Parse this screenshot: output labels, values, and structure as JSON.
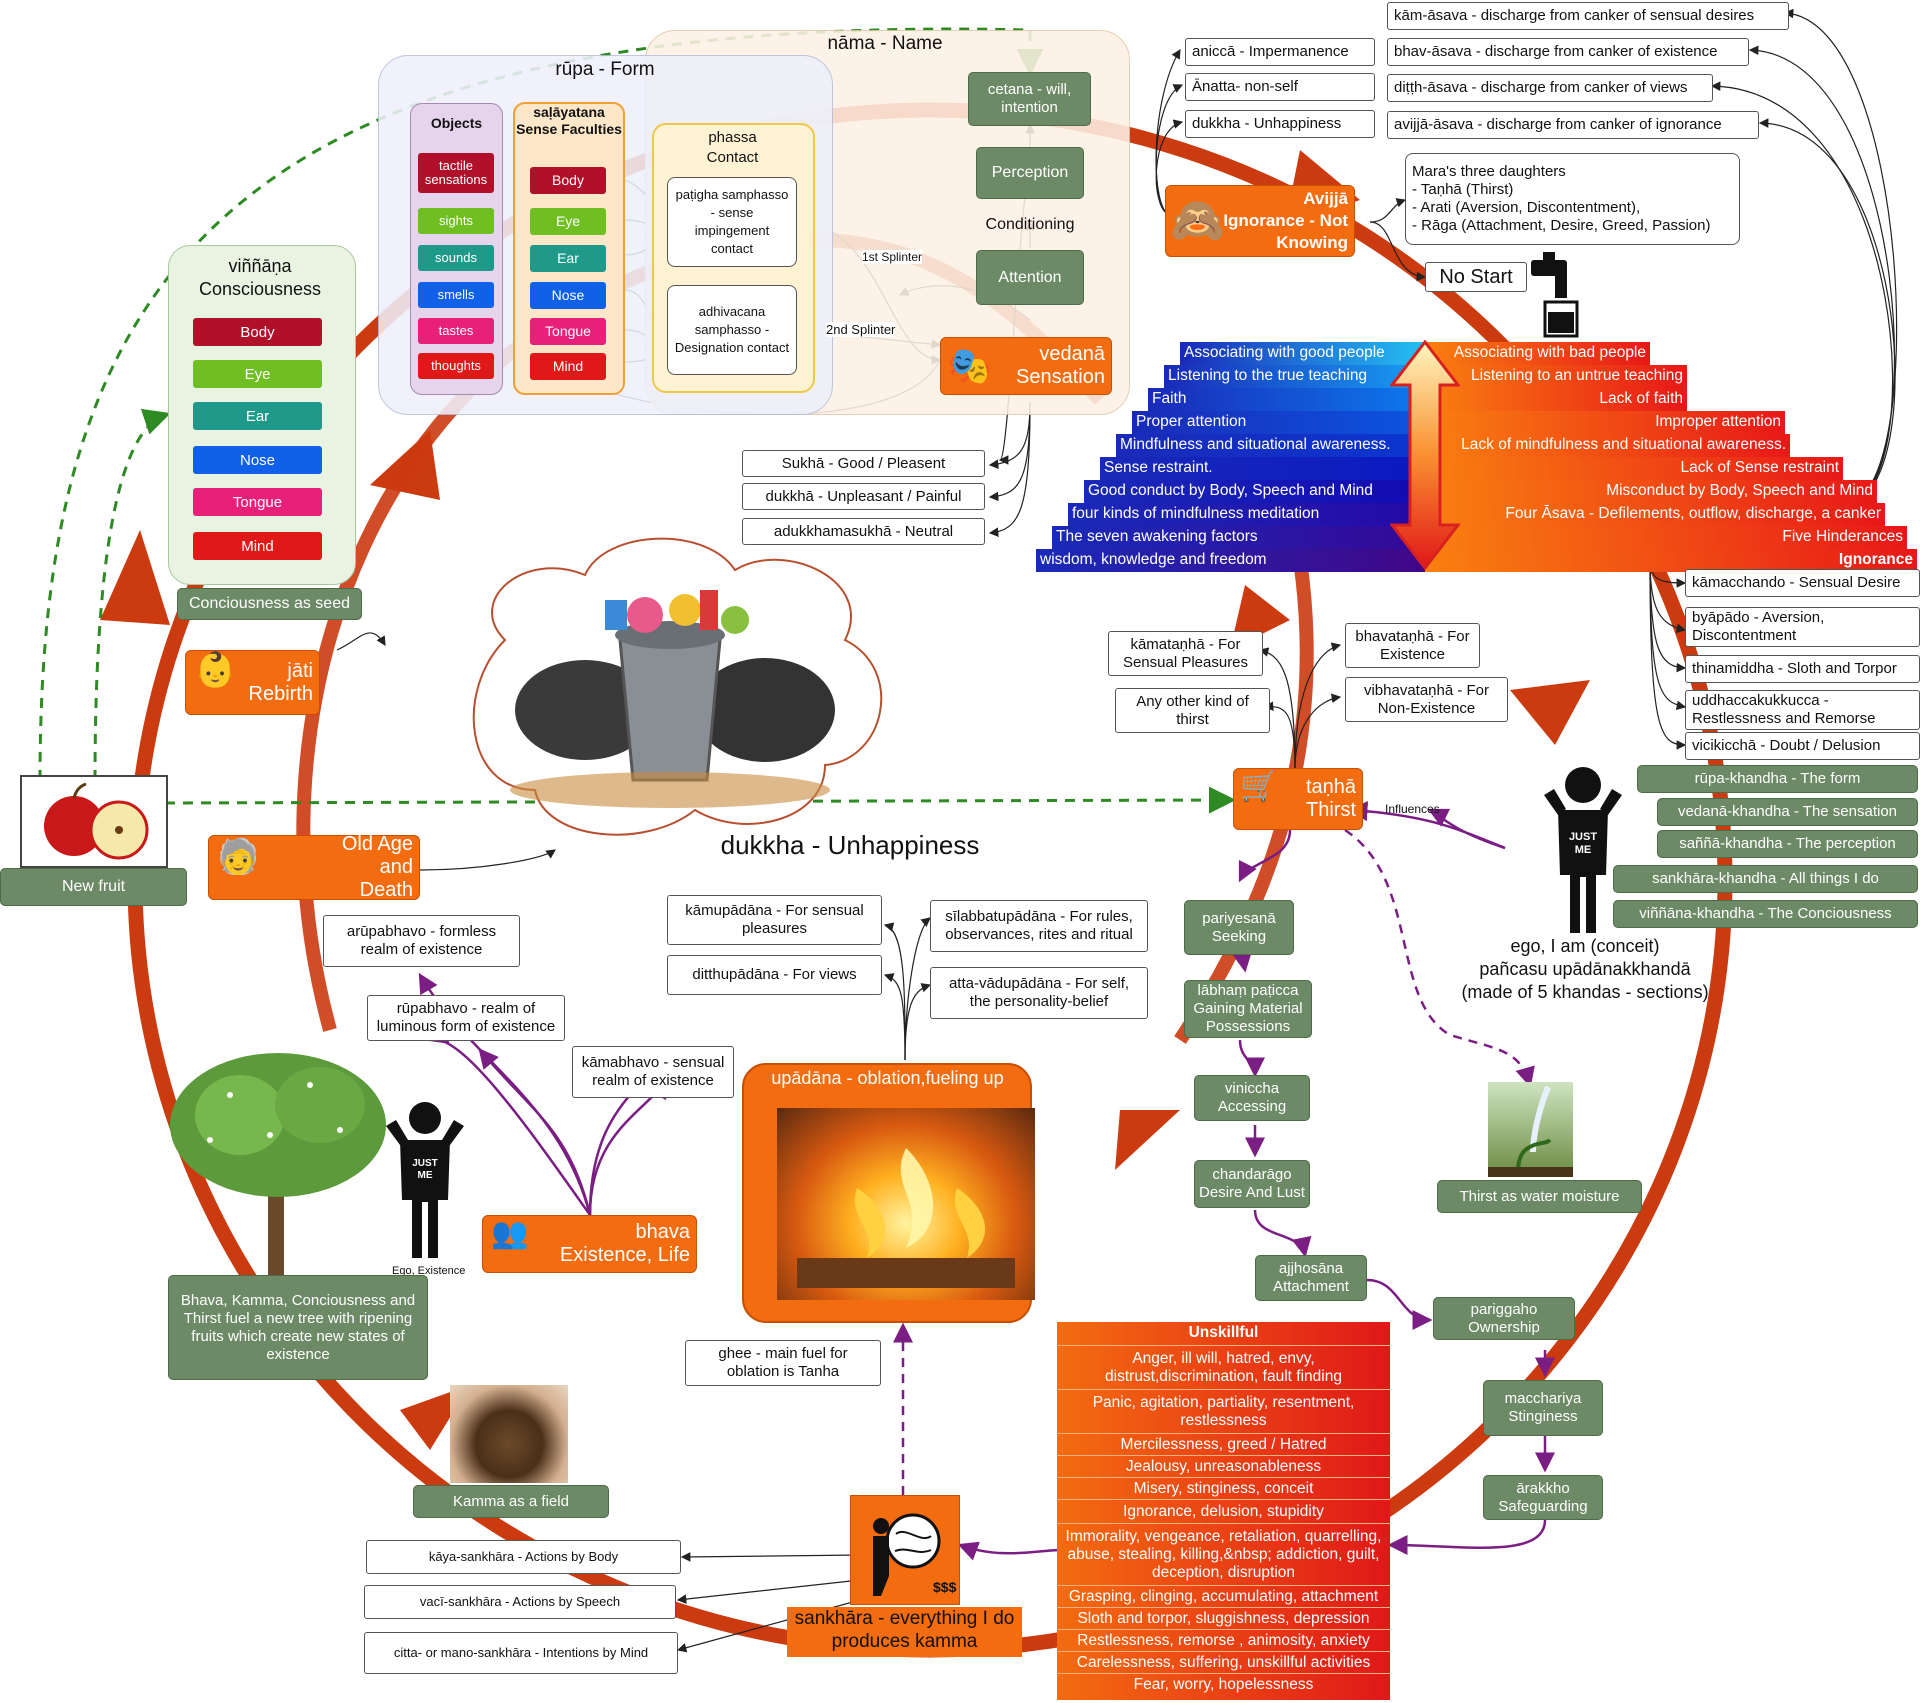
{
  "rupa": {
    "title": "rūpa - Form",
    "objects_title": "Objects",
    "objects": [
      "tactile sensations",
      "sights",
      "sounds",
      "smells",
      "tastes",
      "thoughts"
    ],
    "sense_title": "saḷāyatana Sense Faculties",
    "senses": [
      "Body",
      "Eye",
      "Ear",
      "Nose",
      "Tongue",
      "Mind"
    ]
  },
  "nama": {
    "title": "nāma - Name",
    "cetana": "cetana - will, intention",
    "perception": "Perception",
    "conditioning": "Conditioning",
    "attention": "Attention"
  },
  "phassa": {
    "title": "phassa Contact",
    "patigha": "paṭigha samphasso - sense impingement contact",
    "adhivacana": "adhivacana samphasso - Designation contact",
    "splinter1": "1st Splinter",
    "splinter2": "2nd Splinter"
  },
  "vinnana": {
    "title": "viññāṇa Consciousness",
    "items": [
      "Body",
      "Eye",
      "Ear",
      "Nose",
      "Tongue",
      "Mind"
    ],
    "seed": "Conciousness as seed"
  },
  "vedana": {
    "label": "vedanā Sensation",
    "sukha": "Sukhā - Good / Pleasent",
    "dukkha": "dukkhā - Unpleasant / Painful",
    "neutral": "adukkhamasukhā - Neutral"
  },
  "marks": [
    "aniccā - Impermanence",
    "Ānatta- non-self",
    "dukkha - Unhappiness"
  ],
  "asava": [
    "kām-āsava - discharge from canker of sensual desires",
    "bhav-āsava - discharge from canker of existence",
    "diṭṭh-āsava - discharge from canker of views",
    "avijjā-āsava - discharge from canker of ignorance"
  ],
  "avijja": {
    "label": "Avijjā Ignorance - Not Knowing",
    "daughters": "Mara's three daughters\n- Taṇhā (Thirst)\n- Arati (Aversion, Discontentment),\n- Rāga (Attachment, Desire, Greed, Passion)",
    "nostart": "No Start"
  },
  "stairs_good": [
    "Associating with good people",
    "Listening to the true teaching",
    "Faith",
    "Proper attention",
    "Mindfulness and situational awareness.",
    "Sense restraint.",
    "Good conduct by Body, Speech and Mind",
    "four kinds of mindfulness meditation",
    "The seven awakening factors",
    "wisdom, knowledge and freedom"
  ],
  "stairs_bad": [
    "Associating with bad people",
    "Listening to an untrue teaching",
    "Lack of faith",
    "Improper attention",
    "Lack of mindfulness and situational awareness.",
    "Lack of Sense restraint",
    "Misconduct by Body, Speech and Mind",
    "Four Āsava - Defilements, outflow, discharge, a canker",
    "Five Hinderances",
    "Ignorance"
  ],
  "hindrances": [
    "kāmacchando - Sensual Desire",
    "byāpādo - Aversion, Discontentment",
    "thinamiddha - Sloth and Torpor",
    "uddhaccakukkucca - Restlessness and Remorse",
    "vicikicchā - Doubt / Delusion"
  ],
  "khandhas": [
    "rūpa-khandha - The form",
    "vedanā-khandha - The sensation",
    "saññā-khandha - The perception",
    "sankhāra-khandha - All things I do",
    "viññāna-khandha - The Conciousness"
  ],
  "ego": {
    "text": "ego, I am (conceit)\npañcasu upādānakkhandā\n(made of 5 khandas - sections)",
    "badge": "JUST ME",
    "ego_existence": "Ego, Existence"
  },
  "tanha": {
    "label": "taṇhā Thirst",
    "kama": "kāmataṇhā - For Sensual Pleasures",
    "bhava": "bhavataṇhā - For Existence",
    "vibhava": "vibhavataṇhā - For Non-Existence",
    "other": "Any other kind of thirst",
    "influences": "Influences",
    "water": "Thirst as water moisture"
  },
  "chain": [
    "pariyesanā Seeking",
    "lābhaṃ paṭicca Gaining Material Possessions",
    "vinicchа Accessing",
    "chandarāgo Desire And Lust",
    "ajjhosāna Attachment",
    "pariggaho Ownership",
    "macchariya Stinginess",
    "ārakkho Safeguarding"
  ],
  "unskillful": {
    "title": "Unskillful",
    "items": [
      "Anger, ill will, hatred, envy, distrust,discrimination, fault finding",
      "Panic, agitation, partiality, resentment, restlessness",
      "Mercilessness, greed / Hatred",
      "Jealousy, unreasonableness",
      "Misery, stinginess, conceit",
      "Ignorance, delusion, stupidity",
      "Immorality, vengeance, retaliation, quarrelling, abuse, stealing, killing,&nbsp; addiction, guilt, deception, disruption",
      "Grasping, clinging, accumulating, attachment",
      "Sloth and torpor, sluggishness, depression",
      "Restlessness, remorse , animosity, anxiety",
      "Carelessness, suffering, unskillful activities",
      "Fear, worry, hopelessness"
    ]
  },
  "upadana": {
    "label": "upādāna - oblation,fueling up",
    "ghee": "ghee - main fuel for oblation is Tanha",
    "kama": "kāmupādāna - For sensual pleasures",
    "ditthi": "ditthupādāna - For views",
    "silabbata": "sīlabbatupādāna - For rules, observances, rites and ritual",
    "atta": "atta-vādupādāna - For self, the personality-belief"
  },
  "sankhara": {
    "label": "sankhāra - everything I do produces kamma",
    "kaya": "kāya-sankhāra - Actions by Body",
    "vaci": "vacī-sankhāra - Actions by Speech",
    "citta": "citta- or mano-sankhāra - Intentions by Mind",
    "money": "$$$"
  },
  "bhava": {
    "label": "bhava Existence, Life",
    "arupa": "arūpabhavo - formless realm of existence",
    "rupa": "rūpabhavo - realm of luminous form of existence",
    "kama": "kāmabhavo - sensual realm of existence"
  },
  "kamma_field": "Kamma as a field",
  "tree_text": "Bhava, Kamma, Conciousness and Thirst fuel a new tree with ripening fruits which create new states of existence",
  "new_fruit": "New fruit",
  "jati": "jāti Rebirth",
  "old_age": "Old Age and Death",
  "dukkha_title": "dukkha - Unhappiness",
  "colors": {
    "ring": "#cc3a0f",
    "orange": "#f36c10",
    "green": "#6d8a66",
    "purple": "#7b1e84",
    "dash_green": "#2e8a22"
  }
}
